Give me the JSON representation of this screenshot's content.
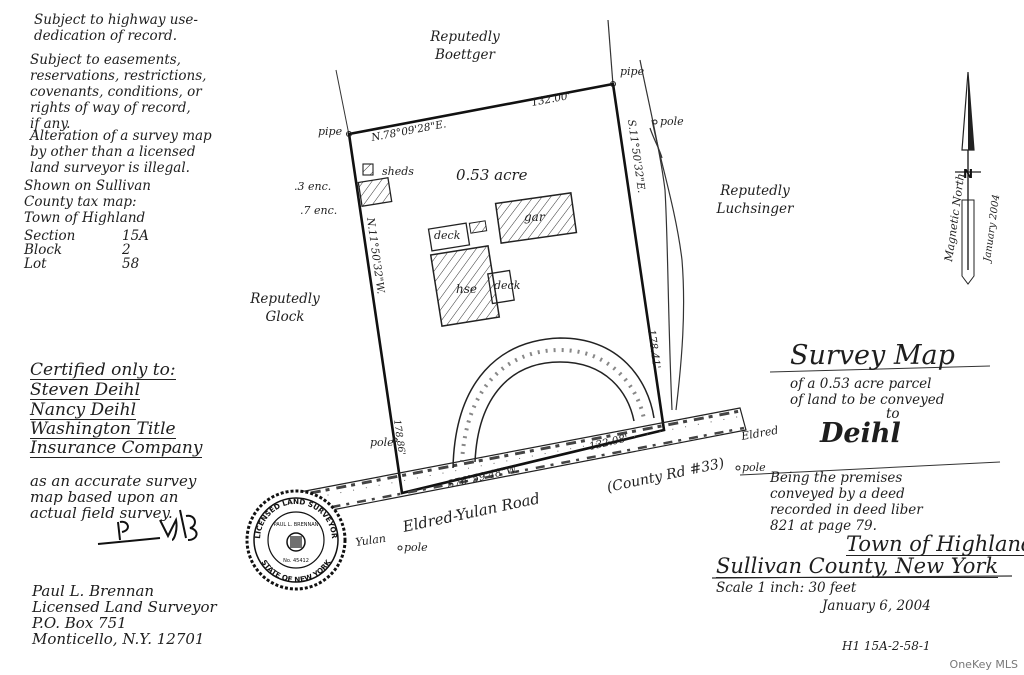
{
  "notes": [
    "Subject to highway use-",
    "dedication of record.",
    "Subject to easements,",
    "reservations, restrictions,",
    "covenants, conditions, or",
    "rights of way of record,",
    "if any.",
    "Alteration of a survey map",
    "by other than a licensed",
    "land surveyor is illegal.",
    "Shown on Sullivan",
    "County tax map:",
    "Town of Highland"
  ],
  "tax_map": [
    {
      "label": "Section",
      "value": "15A"
    },
    {
      "label": "Block",
      "value": "2"
    },
    {
      "label": "Lot",
      "value": "58"
    }
  ],
  "neighbors": {
    "north": "Reputedly Boettger",
    "east": "Reputedly Luchsinger",
    "west": "Reputedly Glock"
  },
  "parcel": {
    "area": "0.53 acre",
    "north_bearing": "N.78°09'28\"E.",
    "north_distance": "132.00'",
    "east_bearing": "S.11°50'32\"E.",
    "east_distance": "178.41'",
    "south_bearing": "S76°59'48\"W.",
    "south_distance": "132.08'",
    "west_bearing": "N.11°50'32\"W.",
    "west_distance": "178.86'",
    "pipe_label": "pipe"
  },
  "features": {
    "sheds": "sheds",
    "enc_3": ".3 enc.",
    "enc_7": ".7 enc.",
    "garage": "gar",
    "deck_label": "deck",
    "house": "hse",
    "deck_side": "deck",
    "pole": "pole"
  },
  "road": {
    "name": "Eldred-Yulan Road",
    "county": "(County Rd #33)",
    "to_eldred": "Eldred",
    "to_yulan": "Yulan"
  },
  "north_arrow": {
    "text": "Magnetic North",
    "date": "January 2004",
    "letter": "N"
  },
  "certified": {
    "heading": "Certified only to:",
    "names": [
      "Steven Deihl",
      "Nancy Deihl",
      "Washington Title",
      "Insurance Company"
    ],
    "basis": [
      "as an accurate survey",
      "map based upon an",
      "actual field survey."
    ]
  },
  "surveyor": {
    "name": "Paul L. Brennan",
    "title": "Licensed Land Surveyor",
    "address1": "P.O. Box 751",
    "address2": "Monticello, N.Y. 12701"
  },
  "seal": {
    "top": "LICENSED LAND SURVEYOR",
    "bottom": "STATE OF NEW YORK",
    "name": "PAUL L. BRENNAN",
    "number": "No. 45412"
  },
  "title_block": {
    "title": "Survey Map",
    "subtitle_lines": [
      "of a 0.53 acre parcel",
      "of land to be conveyed",
      "to"
    ],
    "owner": "Deihl",
    "desc_lines": [
      "Being the premises",
      "conveyed by a deed",
      "recorded in deed liber",
      "821 at page 79."
    ],
    "town": "Town of Highland",
    "county": "Sullivan County, New York",
    "scale": "Scale 1 inch: 30 feet",
    "date": "January 6, 2004",
    "file_no": "H1 15A-2-58-1"
  },
  "watermark": "OneKey MLS"
}
